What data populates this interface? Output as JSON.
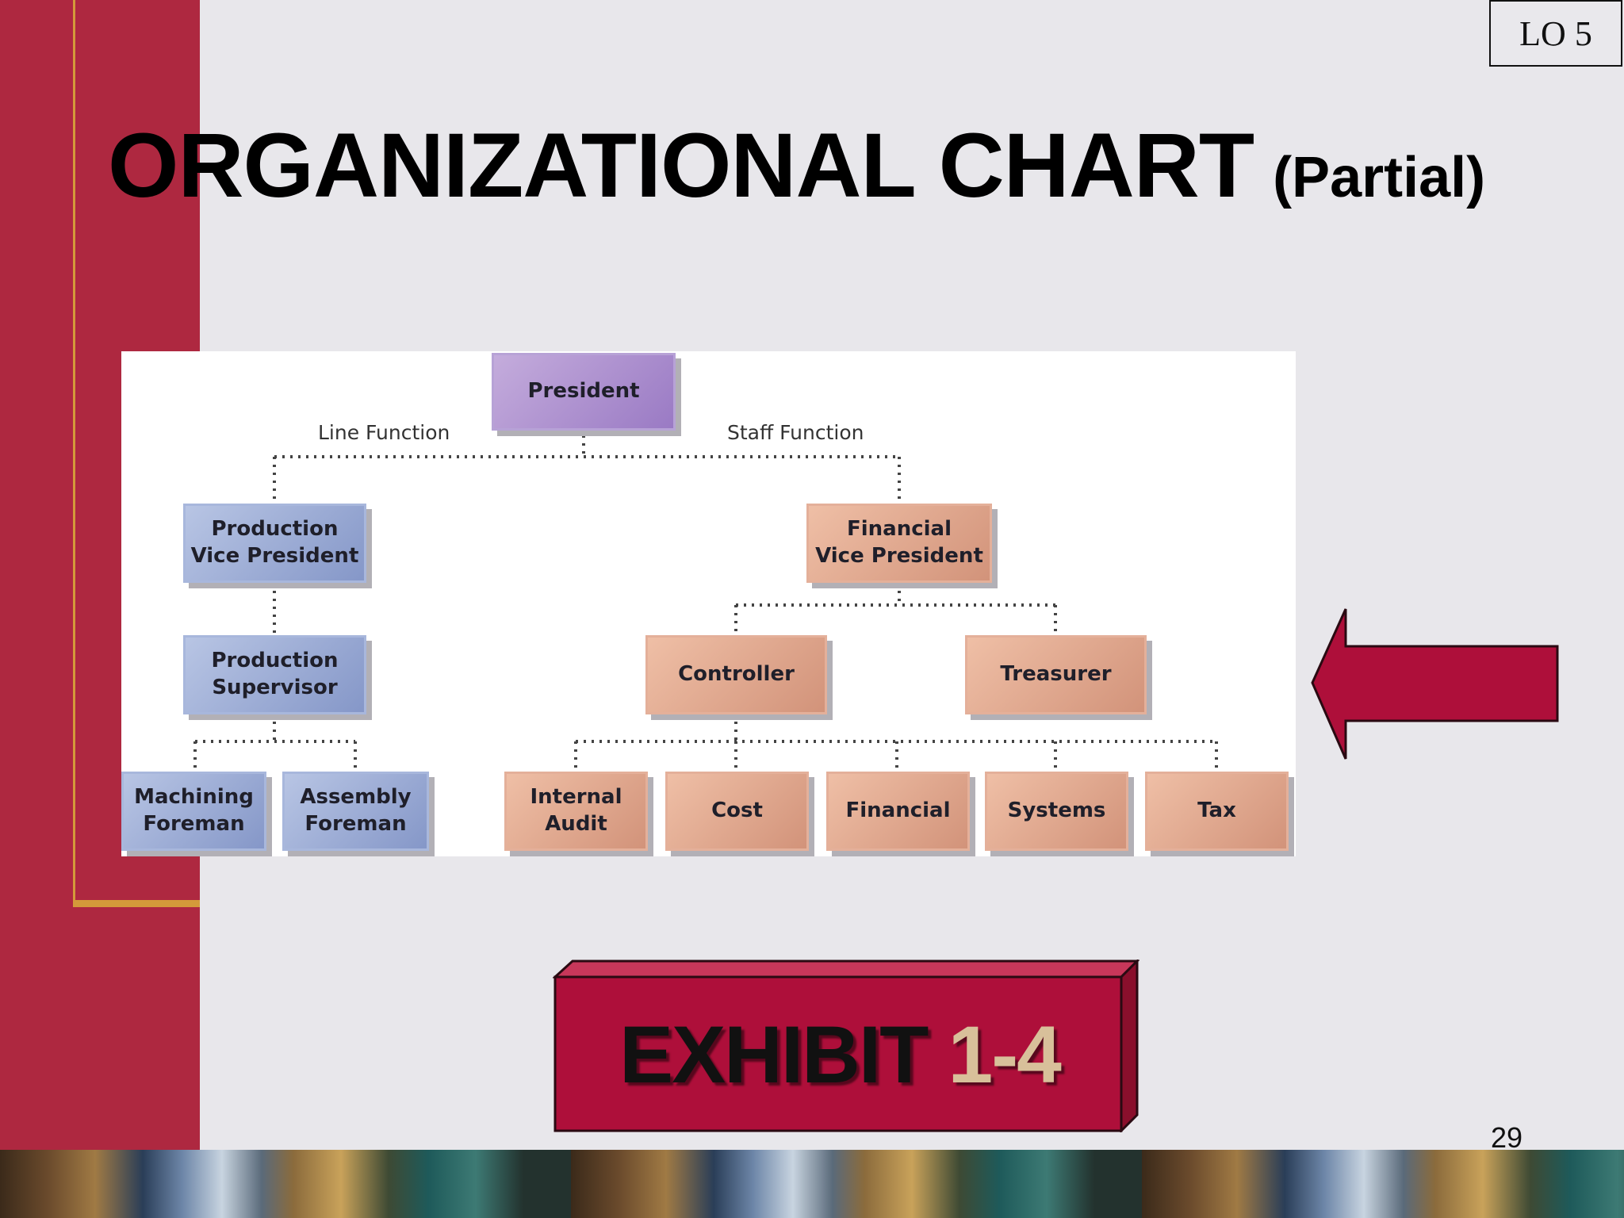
{
  "slide": {
    "objective_tag": "LO 5",
    "title": "ORGANIZATIONAL CHART",
    "title_suffix": "(Partial)",
    "page_number": "29"
  },
  "exhibit": {
    "word": "EXHIBIT",
    "number": "1-4"
  },
  "org_chart": {
    "line_label": "Line Function",
    "staff_label": "Staff Function",
    "nodes": {
      "president": "President",
      "production_vp": "Production\nVice President",
      "production_supervisor": "Production\nSupervisor",
      "machining_foreman": "Machining\nForeman",
      "assembly_foreman": "Assembly\nForeman",
      "financial_vp": "Financial\nVice President",
      "controller": "Controller",
      "treasurer": "Treasurer",
      "internal_audit": "Internal\nAudit",
      "cost": "Cost",
      "financial": "Financial",
      "systems": "Systems",
      "tax": "Tax"
    }
  },
  "colors": {
    "maroon": "#ae2840",
    "gold": "#d49a3a",
    "president_fill": "#a98bcc",
    "line_fill": "#9aa9d4",
    "staff_fill": "#e0a88e"
  }
}
